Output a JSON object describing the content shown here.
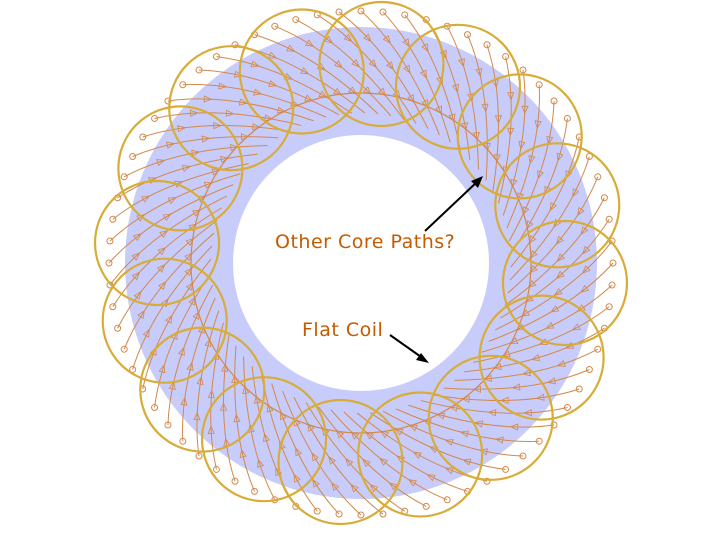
{
  "labels": {
    "other_core_paths": "Other Core Paths?",
    "flat_coil": "Flat Coil"
  },
  "colors": {
    "core": "#c8ccfa",
    "coil": "#d8ac38",
    "field_line": "#d2884a",
    "label": "#c65a00",
    "arrow": "#000000"
  },
  "diagram": {
    "coil_count": 16,
    "field_line_count": 72
  }
}
